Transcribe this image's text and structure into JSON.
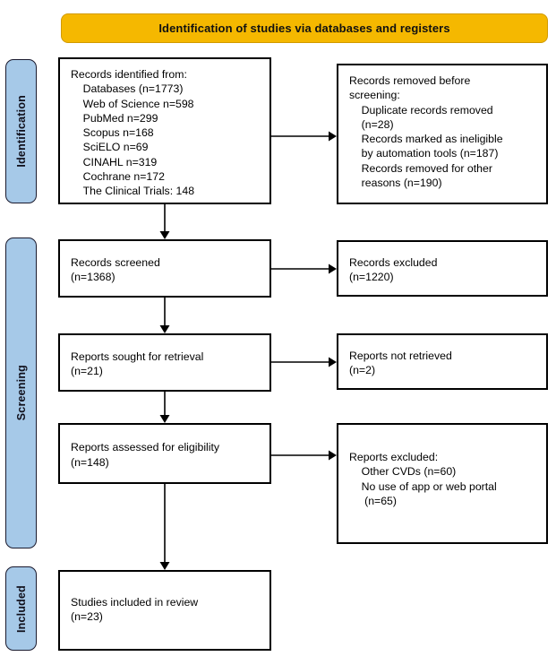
{
  "banner": {
    "title": "Identification of studies via databases and registers"
  },
  "stages": [
    {
      "key": "identification",
      "label": "Identification"
    },
    {
      "key": "screening",
      "label": "Screening"
    },
    {
      "key": "included",
      "label": "Included"
    }
  ],
  "boxes": {
    "identified": "Records identified from:\n    Databases (n=1773)\n    Web of Science n=598\n    PubMed n=299\n    Scopus n=168\n    SciELO n=69\n    CINAHL n=319\n    Cochrane n=172\n    The Clinical Trials: 148",
    "removed": "Records removed before\nscreening:\n    Duplicate records removed\n    (n=28)\n    Records marked as ineligible\n    by automation tools (n=187)\n    Records removed for other\n    reasons (n=190)",
    "screened": "Records screened\n(n=1368)",
    "excluded1": "Records excluded\n(n=1220)",
    "sought": "Reports sought for retrieval\n(n=21)",
    "notretrieved": "Reports not retrieved\n(n=2)",
    "assessed": "Reports assessed for eligibility\n(n=148)",
    "excluded2": "Reports excluded:\n    Other CVDs (n=60)\n    No use of app or web portal\n     (n=65)",
    "included": "Studies included in review\n(n=23)"
  },
  "chart_data": {
    "type": "diagram",
    "title": "PRISMA 2020 flow diagram",
    "subtitle": "Identification of studies via databases and registers",
    "phases": [
      "Identification",
      "Screening",
      "Included"
    ],
    "nodes": [
      {
        "id": "identified",
        "phase": "Identification",
        "column": "left",
        "label": "Records identified from",
        "total": 1773,
        "sources": [
          {
            "name": "Databases",
            "n": 1773
          },
          {
            "name": "Web of Science",
            "n": 598
          },
          {
            "name": "PubMed",
            "n": 299
          },
          {
            "name": "Scopus",
            "n": 168
          },
          {
            "name": "SciELO",
            "n": 69
          },
          {
            "name": "CINAHL",
            "n": 319
          },
          {
            "name": "Cochrane",
            "n": 172
          },
          {
            "name": "The Clinical Trials",
            "n": 148
          }
        ]
      },
      {
        "id": "removed",
        "phase": "Identification",
        "column": "right",
        "label": "Records removed before screening",
        "reasons": [
          {
            "name": "Duplicate records removed",
            "n": 28
          },
          {
            "name": "Records marked as ineligible by automation tools",
            "n": 187
          },
          {
            "name": "Records removed for other reasons",
            "n": 190
          }
        ]
      },
      {
        "id": "screened",
        "phase": "Screening",
        "column": "left",
        "label": "Records screened",
        "n": 1368
      },
      {
        "id": "excluded1",
        "phase": "Screening",
        "column": "right",
        "label": "Records excluded",
        "n": 1220
      },
      {
        "id": "sought",
        "phase": "Screening",
        "column": "left",
        "label": "Reports sought for retrieval",
        "n": 21
      },
      {
        "id": "notretrieved",
        "phase": "Screening",
        "column": "right",
        "label": "Reports not retrieved",
        "n": 2
      },
      {
        "id": "assessed",
        "phase": "Screening",
        "column": "left",
        "label": "Reports assessed for eligibility",
        "n": 148
      },
      {
        "id": "excluded2",
        "phase": "Screening",
        "column": "right",
        "label": "Reports excluded",
        "reasons": [
          {
            "name": "Other CVDs",
            "n": 60
          },
          {
            "name": "No use of app or web portal",
            "n": 65
          }
        ]
      },
      {
        "id": "included",
        "phase": "Included",
        "column": "left",
        "label": "Studies included in review",
        "n": 23
      }
    ],
    "edges": [
      {
        "from": "identified",
        "to": "removed",
        "direction": "right"
      },
      {
        "from": "identified",
        "to": "screened",
        "direction": "down"
      },
      {
        "from": "screened",
        "to": "excluded1",
        "direction": "right"
      },
      {
        "from": "screened",
        "to": "sought",
        "direction": "down"
      },
      {
        "from": "sought",
        "to": "notretrieved",
        "direction": "right"
      },
      {
        "from": "sought",
        "to": "assessed",
        "direction": "down"
      },
      {
        "from": "assessed",
        "to": "excluded2",
        "direction": "right"
      },
      {
        "from": "assessed",
        "to": "included",
        "direction": "down"
      }
    ],
    "colors": {
      "banner_fill": "#f5b800",
      "banner_border": "#d19a00",
      "stage_tab_fill": "#a6c9e8",
      "stage_tab_border": "#1a1a2e",
      "box_fill": "#ffffff",
      "box_border": "#000000",
      "connector": "#000000"
    }
  }
}
